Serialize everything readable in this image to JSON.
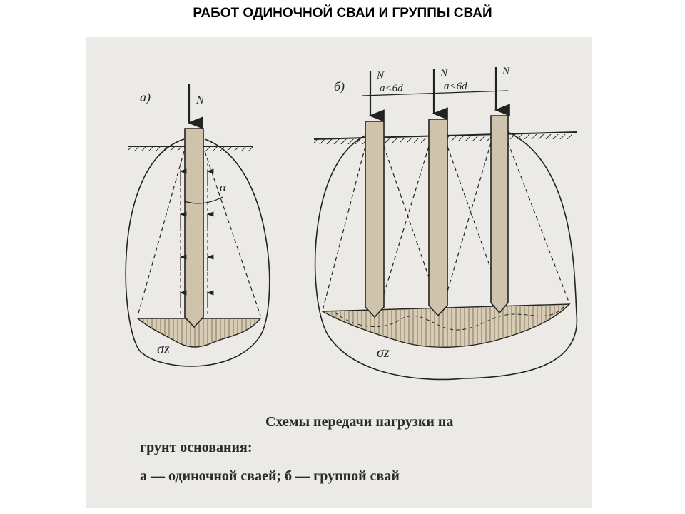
{
  "title": "РАБОТ ОДИНОЧНОЙ СВАИ И ГРУППЫ  СВАЙ",
  "diagram": {
    "panel_a_label": "а)",
    "panel_b_label": "б)",
    "load_label": "N",
    "angle_label": "α",
    "spacing_label": "a<6d",
    "stress_label": "σz"
  },
  "caption": {
    "line1": "Схемы передачи нагрузки на",
    "line2": "грунт основания:",
    "line3": "а — одиночной сваей; б — группой свай"
  },
  "colors": {
    "pile_fill": "#cfc3ab",
    "stress_fill": "#d8ccb4",
    "scan_bg": "#eceae7",
    "ink": "#222222"
  }
}
